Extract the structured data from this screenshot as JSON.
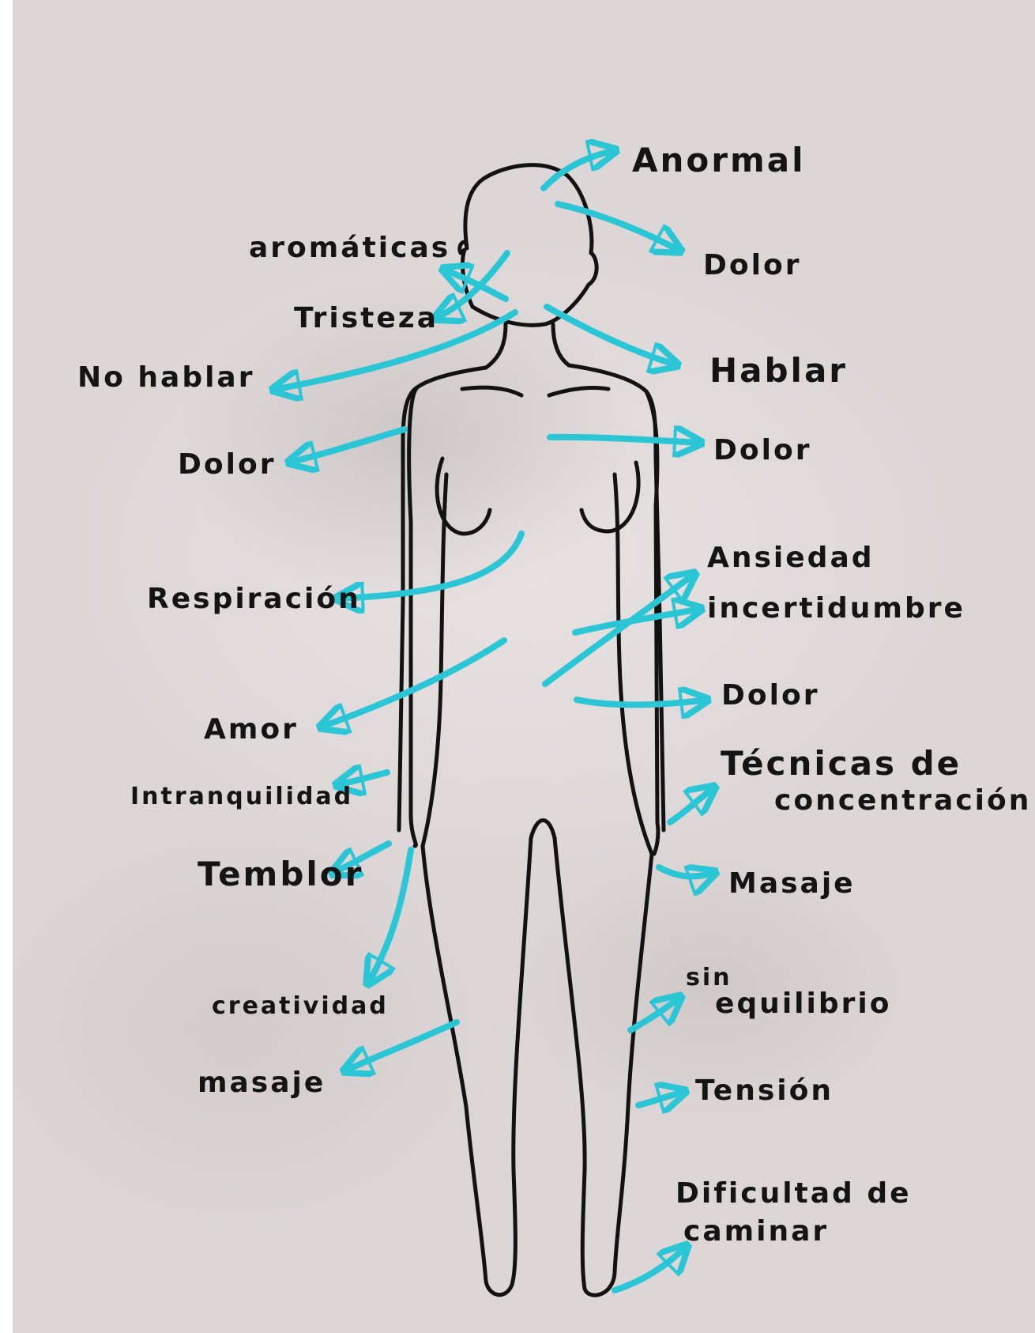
{
  "labels": {
    "anormal": "Anormal",
    "dolor_head": "Dolor",
    "aromaticas": "aromáticas",
    "tristeza": "Tristeza",
    "hablar": "Hablar",
    "no_hablar": "No hablar",
    "dolor_left": "Dolor",
    "dolor_chest": "Dolor",
    "respiracion": "Respiración",
    "ansiedad": "Ansiedad",
    "incertidumbre": "incertidumbre",
    "dolor_hip": "Dolor",
    "amor": "Amor",
    "intranquilidad": "Intranquilidad",
    "tecnicas_1": "Técnicas de",
    "tecnicas_2": "concentración",
    "temblor": "Temblor",
    "masaje_right": "Masaje",
    "creatividad": "creatividad",
    "sin": "sin",
    "equilibrio": "equilibrio",
    "masaje_left": "masaje",
    "tension": "Tensión",
    "dificultad_1": "Dificultad de",
    "dificultad_2": "caminar"
  },
  "colors": {
    "fabric": "#e2dcdd",
    "outline_thread": "#111111",
    "arrow_thread": "#2bc6d6"
  }
}
